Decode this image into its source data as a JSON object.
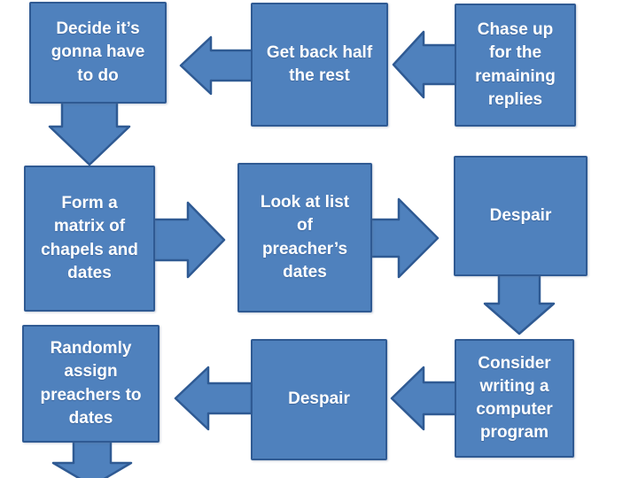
{
  "diagram": {
    "colors": {
      "background": "#ffffff",
      "shape_fill": "#4f81bd",
      "shape_border": "#2f5a93",
      "text": "#ffffff"
    },
    "nodes": [
      {
        "id": "decide-gonna-have-to-do",
        "label": "Decide it’s\ngonna have\nto do"
      },
      {
        "id": "get-back-half-the-rest",
        "label": "Get back half\nthe rest"
      },
      {
        "id": "chase-up-remaining-replies",
        "label": "Chase up\nfor the\nremaining\nreplies"
      },
      {
        "id": "form-matrix-chapels-dates",
        "label": "Form a\nmatrix of\nchapels and\ndates"
      },
      {
        "id": "look-at-list-preachers-dates",
        "label": "Look at list\nof\npreacher’s\ndates"
      },
      {
        "id": "despair-top",
        "label": "Despair"
      },
      {
        "id": "consider-writing-computer-program",
        "label": "Consider\nwriting a\ncomputer\nprogram"
      },
      {
        "id": "despair-bottom",
        "label": "Despair"
      },
      {
        "id": "randomly-assign-preachers-to-dates",
        "label": "Randomly\nassign\npreachers to\ndates"
      }
    ],
    "edges": [
      {
        "from": "chase-up-remaining-replies",
        "to": "get-back-half-the-rest",
        "direction": "left"
      },
      {
        "from": "get-back-half-the-rest",
        "to": "decide-gonna-have-to-do",
        "direction": "left"
      },
      {
        "from": "decide-gonna-have-to-do",
        "to": "form-matrix-chapels-dates",
        "direction": "down"
      },
      {
        "from": "form-matrix-chapels-dates",
        "to": "look-at-list-preachers-dates",
        "direction": "right"
      },
      {
        "from": "look-at-list-preachers-dates",
        "to": "despair-top",
        "direction": "right"
      },
      {
        "from": "despair-top",
        "to": "consider-writing-computer-program",
        "direction": "down"
      },
      {
        "from": "consider-writing-computer-program",
        "to": "despair-bottom",
        "direction": "left"
      },
      {
        "from": "despair-bottom",
        "to": "randomly-assign-preachers-to-dates",
        "direction": "left"
      },
      {
        "from": "randomly-assign-preachers-to-dates",
        "to": "offscreen-below",
        "direction": "down"
      }
    ]
  }
}
